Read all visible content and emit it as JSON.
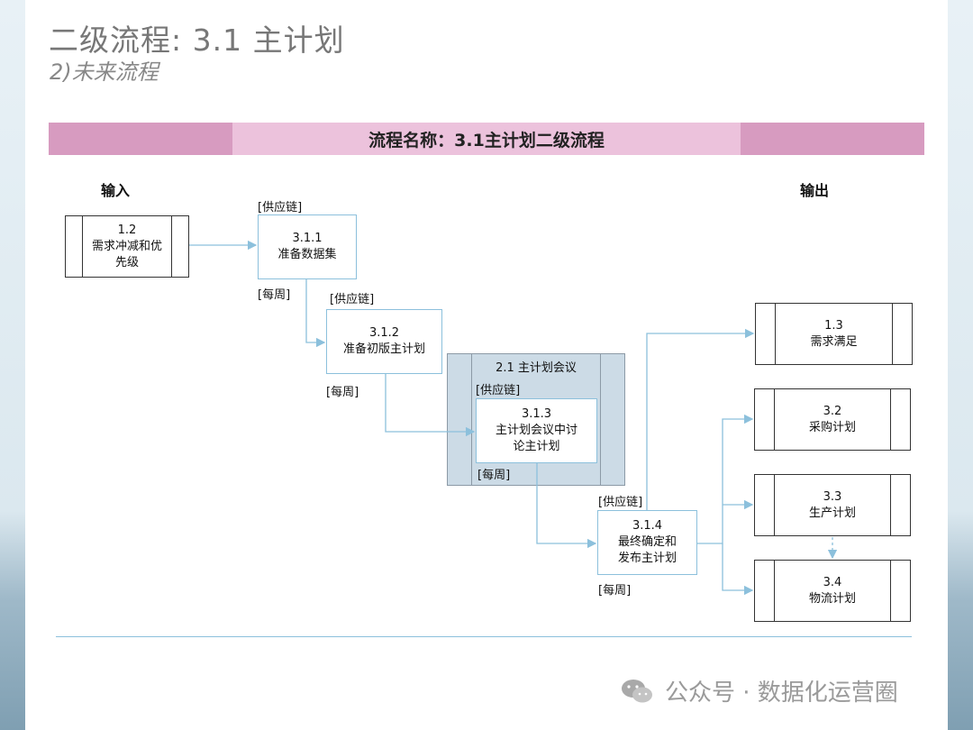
{
  "title": "二级流程: 3.1 主计划",
  "subtitle": "2)未来流程",
  "banner": "流程名称：3.1主计划二级流程",
  "headers": {
    "input": "输入",
    "output": "输出"
  },
  "inputs": [
    {
      "num": "1.2",
      "text": "需求冲减和优\n先级"
    }
  ],
  "steps": [
    {
      "num": "3.1.1",
      "text": "准备数据集",
      "role": "[供应链]",
      "freq": "[每周]"
    },
    {
      "num": "3.1.2",
      "text": "准备初版主计划",
      "role": "[供应链]",
      "freq": "[每周]"
    },
    {
      "num": "3.1.3",
      "text": "主计划会议中讨\n论主计划",
      "role": "[供应链]",
      "freq": "[每周]"
    },
    {
      "num": "3.1.4",
      "text": "最终确定和\n发布主计划",
      "role": "[供应链]",
      "freq": "[每周]"
    }
  ],
  "meeting": {
    "label": "2.1  主计划会议"
  },
  "outputs": [
    {
      "num": "1.3",
      "text": "需求满足"
    },
    {
      "num": "3.2",
      "text": "采购计划"
    },
    {
      "num": "3.3",
      "text": "生产计划"
    },
    {
      "num": "3.4",
      "text": "物流计划"
    }
  ],
  "watermark": "公众号 · 数据化运营圈"
}
